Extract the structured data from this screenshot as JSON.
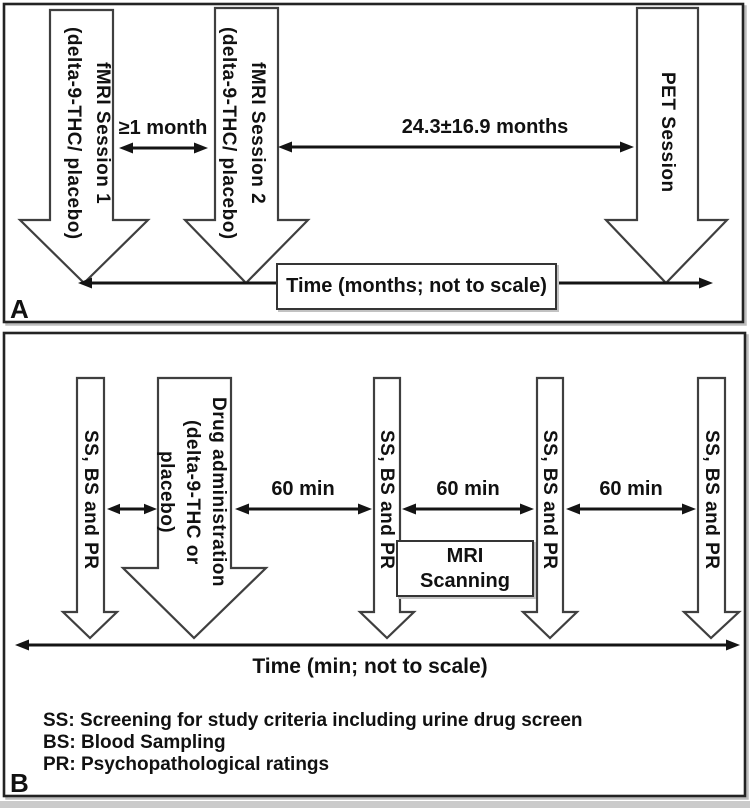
{
  "figure": {
    "panel_a_label": "A",
    "panel_b_label": "B"
  },
  "panel_a": {
    "fmri1": {
      "line1": "fMRI Session 1",
      "line2": "(delta-9-THC/ placebo)"
    },
    "fmri2": {
      "line1": "fMRI Session 2",
      "line2": "(delta-9-THC/ placebo)"
    },
    "pet": {
      "line1": "PET Session"
    },
    "interval_fmri": "≥1 month",
    "interval_pet": "24.3±16.9 months",
    "time_axis_label": "Time (months; not to scale)"
  },
  "panel_b": {
    "ss_label": "SS, BS and PR",
    "drug": {
      "line1": "Drug administration",
      "line2": "(delta-9-THC or",
      "line3": "placebo)"
    },
    "interval_label": "60 min",
    "mri": {
      "line1": "MRI",
      "line2": "Scanning"
    },
    "time_axis_label": "Time (min; not to scale)",
    "legend": [
      "SS: Screening for study criteria including urine drug screen",
      "BS: Blood Sampling",
      "PR: Psychopathological ratings"
    ]
  },
  "colors": {
    "ink": "#111111",
    "arrow_outline": "#3f3f3f",
    "panel_border": "#232323",
    "background": "#ffffff"
  }
}
